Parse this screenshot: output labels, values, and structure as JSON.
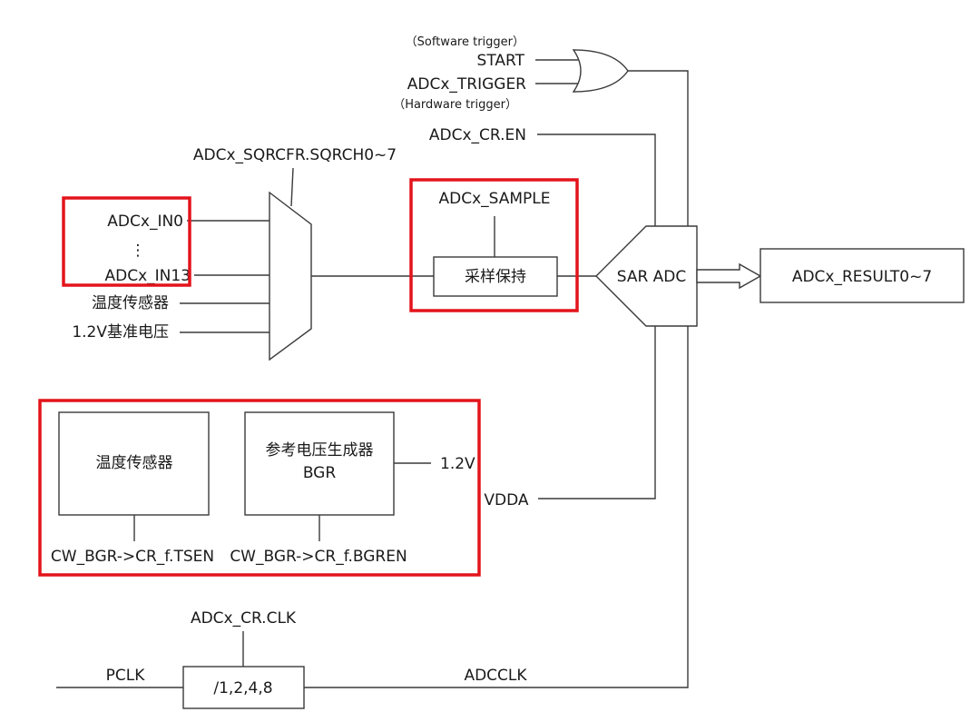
{
  "triggers": {
    "software_note": "（Software trigger）",
    "start": "START",
    "adc_trigger": "ADCx_TRIGGER",
    "hardware_note": "（Hardware trigger）"
  },
  "enable_label": "ADCx_CR.EN",
  "mux_select_label": "ADCx_SQRCFR.SQRCH0~7",
  "inputs": {
    "in0": "ADCx_IN0",
    "ellipsis": "⋮",
    "in13": "ADCx_IN13",
    "temp_sensor": "温度传感器",
    "ref_voltage": "1.2V基准电压"
  },
  "sample": {
    "label": "ADCx_SAMPLE",
    "box": "采样保持"
  },
  "sar_adc": "SAR ADC",
  "result": "ADCx_RESULT0~7",
  "bgr": {
    "temp_box": "温度传感器",
    "ref_box_line1": "参考电压生成器",
    "ref_box_line2": "BGR",
    "output": "1.2V",
    "tsen": "CW_BGR->CR_f.TSEN",
    "bgren": "CW_BGR->CR_f.BGREN"
  },
  "vdda": "VDDA",
  "clock": {
    "ctrl": "ADCx_CR.CLK",
    "pclk": "PCLK",
    "divider": "/1,2,4,8",
    "adcclk": "ADCCLK"
  },
  "colors": {
    "line": "#3a3a3a",
    "highlight": "#e3141b",
    "text": "#1a1a1a"
  }
}
